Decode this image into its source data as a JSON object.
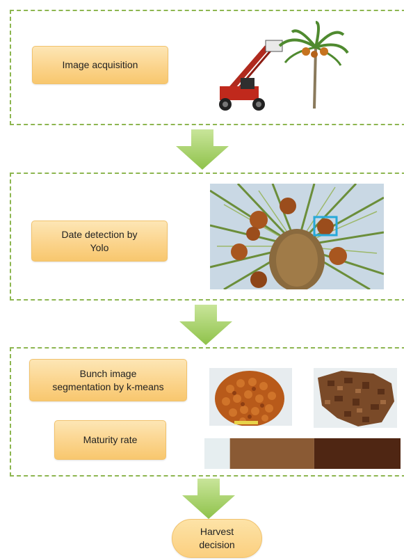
{
  "stages": {
    "acquisition": {
      "label": "Image acquisition"
    },
    "detection": {
      "label_line1": "Date detection by",
      "label_line2": "Yolo"
    },
    "segmentation": {
      "label_line1": "Bunch image",
      "label_line2": "segmentation by k-means"
    },
    "maturity": {
      "label": "Maturity rate"
    },
    "harvest": {
      "label_line1": "Harvest",
      "label_line2": "decision"
    }
  },
  "colors": {
    "dash_border": "#8db650",
    "box_fill": "#fbd48c",
    "arrow_green": "#9ccc55",
    "maturity_light": "#e6eef0",
    "maturity_mid": "#8a5a34",
    "maturity_dark": "#4f2613"
  },
  "maturity_bar": {
    "segments": [
      {
        "name": "background",
        "color": "#e6eef0",
        "share": 0.13
      },
      {
        "name": "ripe-brown",
        "color": "#8a5a34",
        "share": 0.43
      },
      {
        "name": "dark-brown",
        "color": "#4f2613",
        "share": 0.44
      }
    ]
  }
}
